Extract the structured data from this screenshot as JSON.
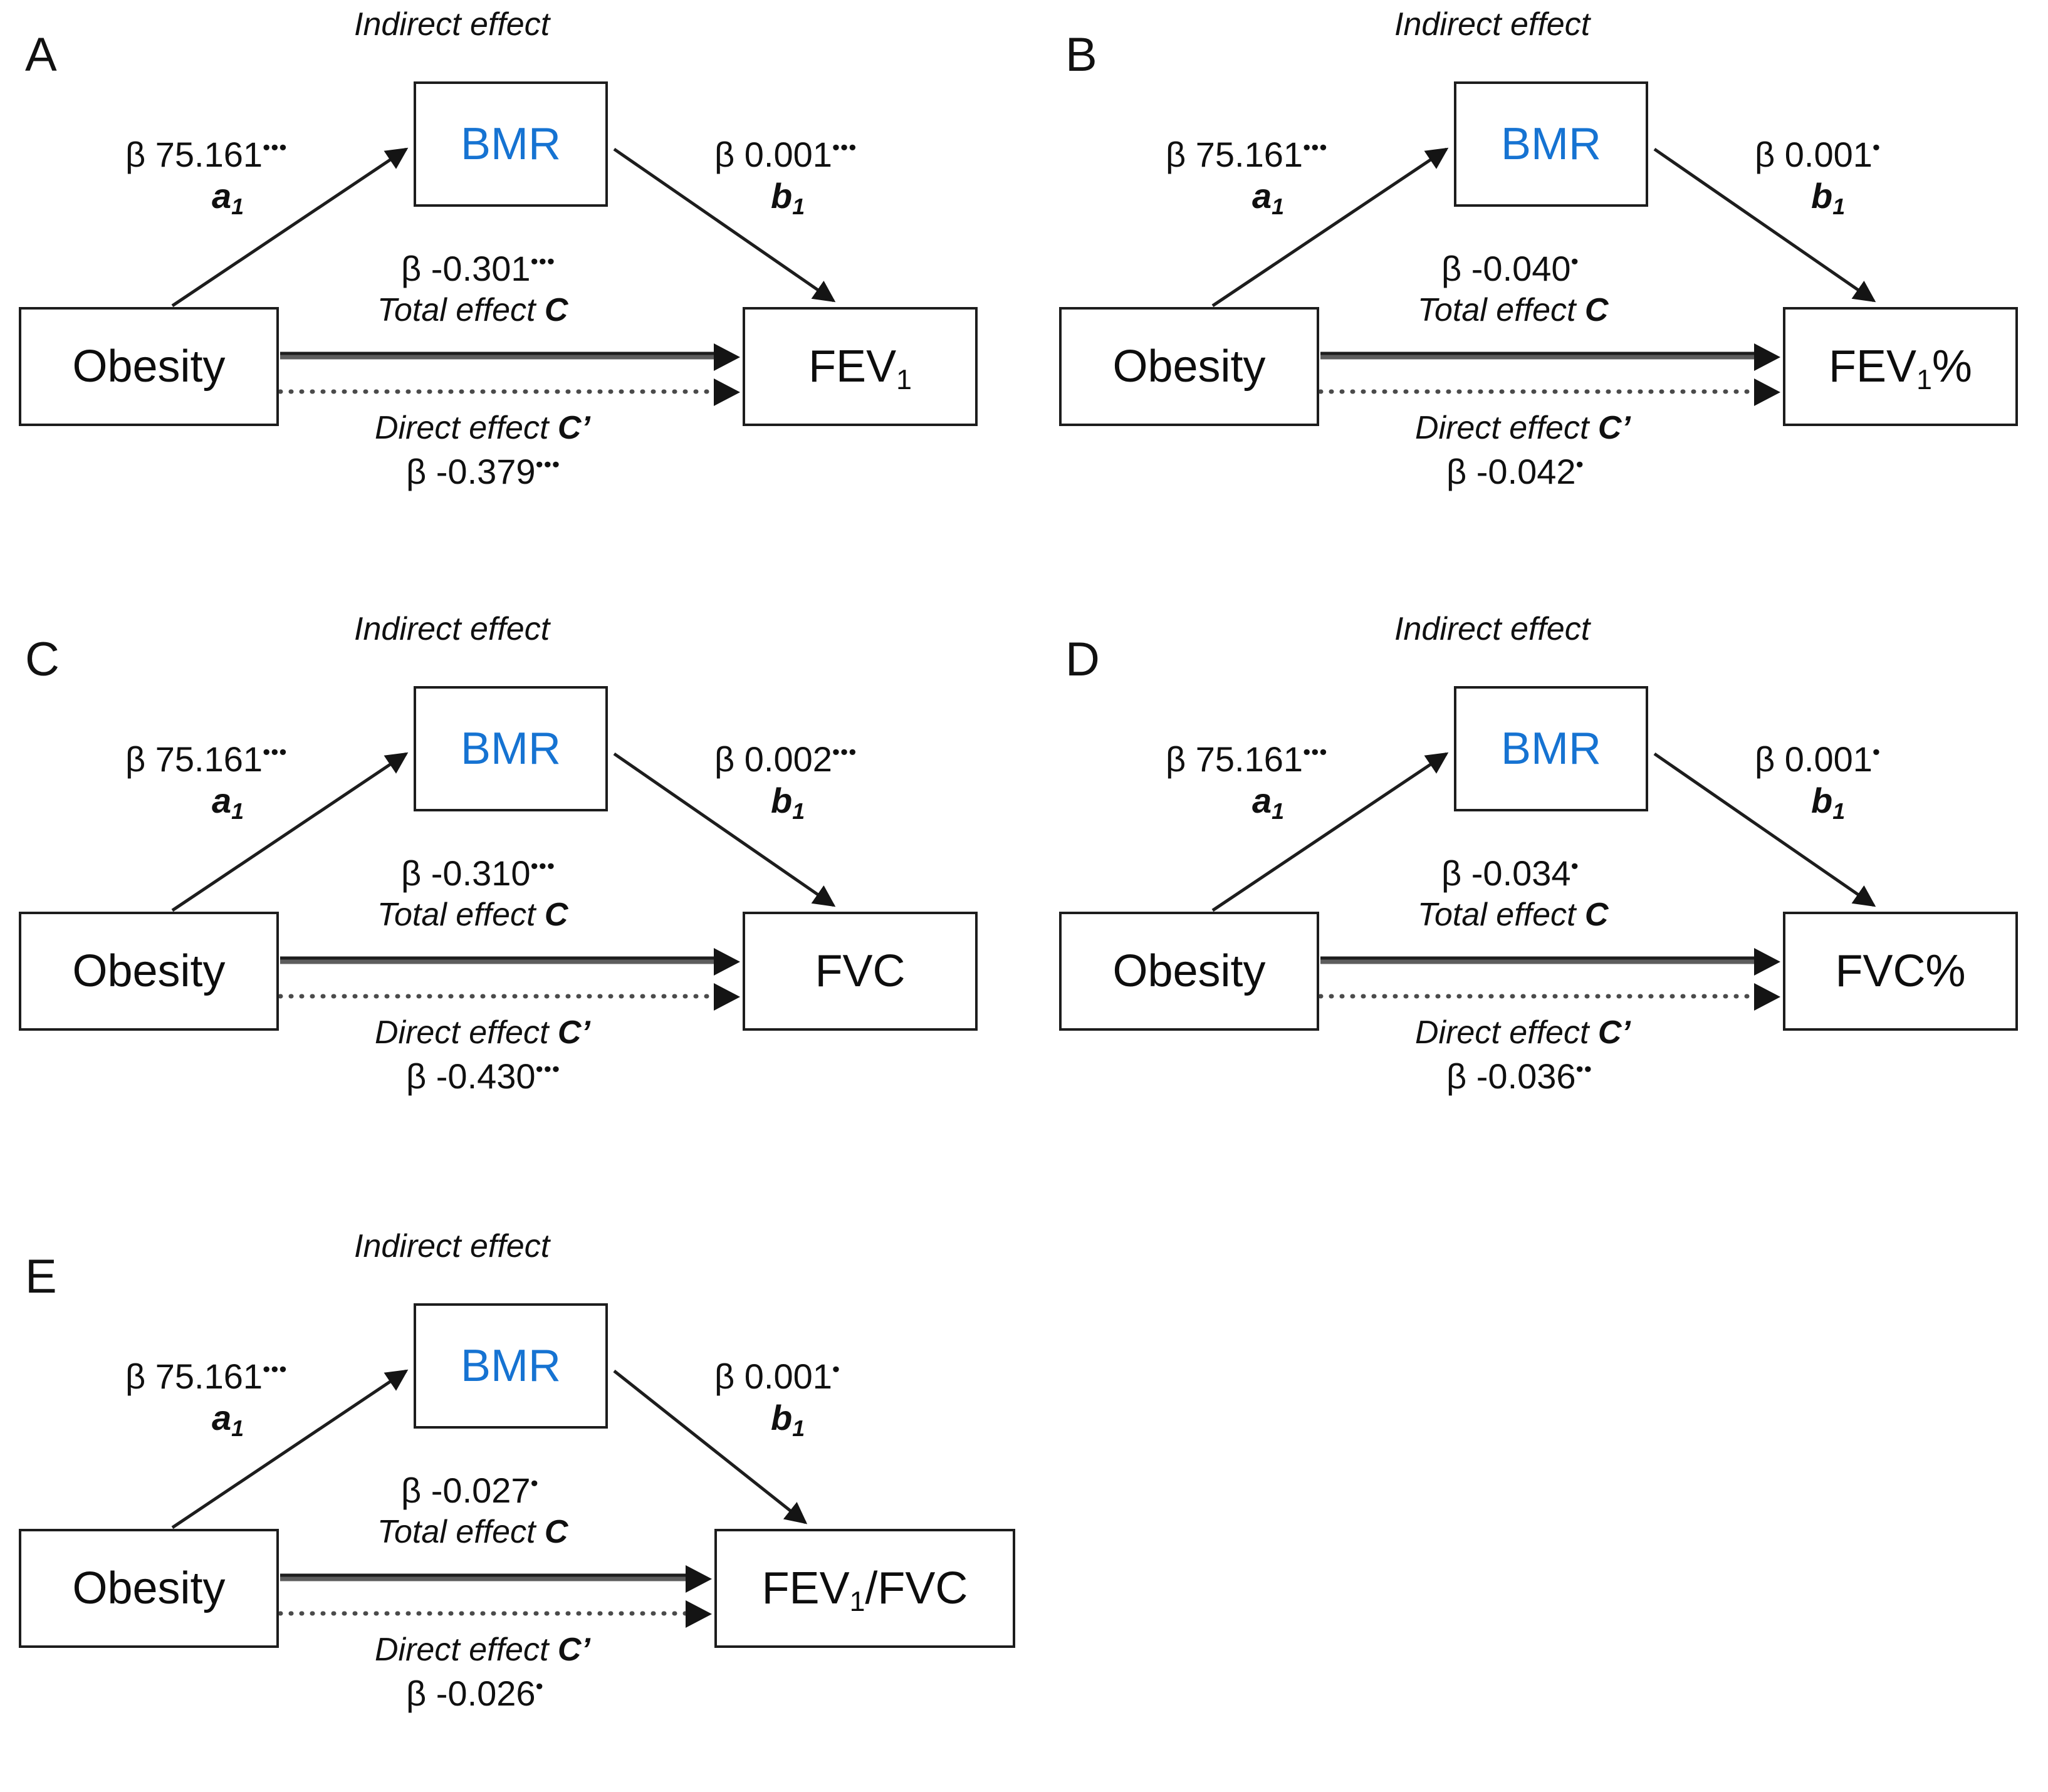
{
  "figure": {
    "mediator_color": "#1673d2",
    "node_border_color": "#1d1d1d",
    "edge_color": "#1d1d1d"
  },
  "common": {
    "exposure_label": "Obesity",
    "mediator_label": "BMR",
    "indirect_effect_label": "Indirect effect",
    "total_effect_label": "Total effect",
    "direct_effect_label": "Direct effect",
    "total_effect_symbol": "C",
    "direct_effect_symbol": "C’",
    "path_a_label": "a",
    "path_b_label": "b",
    "path_index": "1",
    "beta_symbol": "β"
  },
  "panels": [
    {
      "letter": "A",
      "outcome_label": "FEV",
      "outcome_sub": "1",
      "outcome_suffix": "",
      "outcome_wide": false,
      "a_beta": "β 75.161",
      "a_stars": "•••",
      "b_beta": "β 0.001",
      "b_stars": "•••",
      "total_beta": "β -0.301",
      "total_stars": "•••",
      "direct_beta": "β -0.379",
      "direct_stars": "•••"
    },
    {
      "letter": "B",
      "outcome_label": "FEV",
      "outcome_sub": "1",
      "outcome_suffix": "%",
      "outcome_wide": false,
      "a_beta": "β 75.161",
      "a_stars": "•••",
      "b_beta": "β 0.001",
      "b_stars": "•",
      "total_beta": "β -0.040",
      "total_stars": "•",
      "direct_beta": "β -0.042",
      "direct_stars": "•"
    },
    {
      "letter": "C",
      "outcome_label": "FVC",
      "outcome_sub": "",
      "outcome_suffix": "",
      "outcome_wide": false,
      "a_beta": "β 75.161",
      "a_stars": "•••",
      "b_beta": "β 0.002",
      "b_stars": "•••",
      "total_beta": "β -0.310",
      "total_stars": "•••",
      "direct_beta": "β -0.430",
      "direct_stars": "•••"
    },
    {
      "letter": "D",
      "outcome_label": "FVC",
      "outcome_sub": "",
      "outcome_suffix": "%",
      "outcome_wide": false,
      "a_beta": "β 75.161",
      "a_stars": "•••",
      "b_beta": "β 0.001",
      "b_stars": "•",
      "total_beta": "β -0.034",
      "total_stars": "•",
      "direct_beta": "β -0.036",
      "direct_stars": "••"
    },
    {
      "letter": "E",
      "outcome_label": "FEV",
      "outcome_sub": "1",
      "outcome_suffix": "/FVC",
      "outcome_wide": true,
      "a_beta": "β 75.161",
      "a_stars": "•••",
      "b_beta": "β 0.001",
      "b_stars": "•",
      "total_beta": "β -0.027",
      "total_stars": "•",
      "direct_beta": "β -0.026",
      "direct_stars": "•"
    }
  ]
}
